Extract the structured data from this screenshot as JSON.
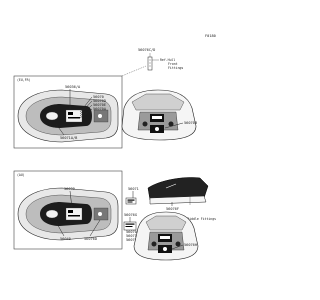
{
  "diagram_code": "F0180",
  "top_callout": {
    "part": "56076C/D",
    "note_lines": [
      "Ref.Hull",
      "Front",
      "Fittings"
    ]
  },
  "top_panel": {
    "region_label": "(EU,FR)",
    "parts": [
      "56036/A",
      "56070",
      "56070D",
      "56070E",
      "56070A",
      "56071A/B",
      "56070B"
    ]
  },
  "bottom_panel": {
    "region_label": "(AU)",
    "parts": [
      "56039",
      "56071",
      "56076F",
      "56076G",
      "56070H",
      "56071B",
      "56076E",
      "56040",
      "56076D",
      "56076H"
    ],
    "note": "Ref.Hull Middle Fittings"
  }
}
